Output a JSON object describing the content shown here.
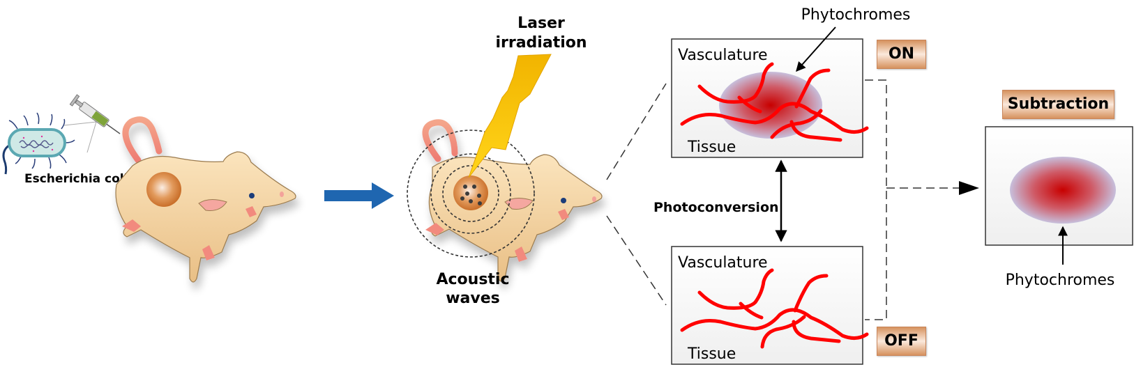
{
  "figure": {
    "step1": {
      "bacteria_label": "Escherichia coli",
      "syringe": "syringe-icon",
      "bacterium": "e-coli-bacterium-icon",
      "mouse": "mouse-with-tumor"
    },
    "transition_arrow": "right-arrow-icon",
    "step2": {
      "laser_label_line1": "Laser",
      "laser_label_line2": "irradiation",
      "acoustic_label_line1": "Acoustic",
      "acoustic_label_line2": "waves",
      "mouse": "mouse-with-tumor-irradiated"
    },
    "panel_on": {
      "tag": "ON",
      "vasculature_label": "Vasculature",
      "tissue_label": "Tissue",
      "pointer_label": "Phytochromes"
    },
    "photoconversion_label": "Photoconversion",
    "panel_off": {
      "tag": "OFF",
      "vasculature_label": "Vasculature",
      "tissue_label": "Tissue"
    },
    "result": {
      "tag": "Subtraction",
      "pointer_label": "Phytochromes"
    },
    "colors": {
      "arrow_blue": "#1f66b0",
      "vessel_red": "#ff0000",
      "tag_orange": "#d6925e",
      "laser_yellow": "#f5b800",
      "mouse_body": "#f7d9a8",
      "tumor_orange": "#d9833a",
      "signal_red": "#cc0000",
      "halo_lavender": "#c9c3dc"
    }
  }
}
